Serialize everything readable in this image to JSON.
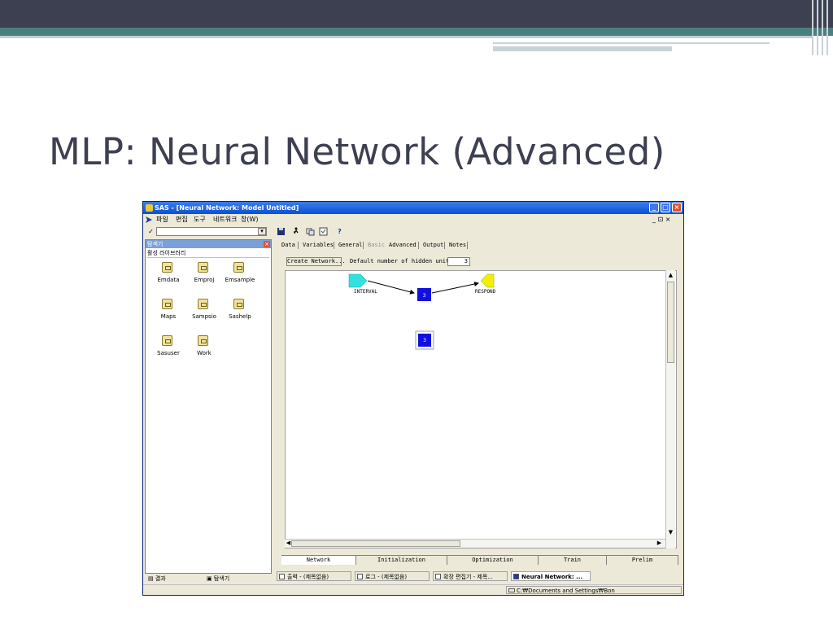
{
  "slide": {
    "title": "MLP: Neural Network (Advanced)"
  },
  "window": {
    "title": "SAS - [Neural Network: Model Untitled]",
    "controls": {
      "minimize": "_",
      "maximize": "□",
      "close": "×"
    },
    "mdi_controls": "_ ⊡ ×"
  },
  "menu": {
    "items": [
      "파일",
      "편집",
      "도구",
      "네트워크",
      "창(W)"
    ]
  },
  "toolbar": {
    "check_icon": "✓",
    "command_value": "",
    "dropdown_arrow": "▾",
    "help_icon": "?"
  },
  "explorer": {
    "title": "탐색기",
    "close_label": "×",
    "heading": "활성 라이브러리",
    "libraries": [
      "Emdata",
      "Emproj",
      "Emsample",
      "Maps",
      "Sampsio",
      "Sashelp",
      "Sasuser",
      "Work"
    ],
    "bottom_tabs": [
      "결과",
      "탐색기"
    ]
  },
  "nn": {
    "tabs": [
      "Data",
      "Variables",
      "General",
      "Basic",
      "Advanced",
      "Output",
      "Notes"
    ],
    "active_tab": "Advanced",
    "create_button": "Create Network...",
    "hidden_units_label": "Default number of hidden units:",
    "hidden_units_value": "3",
    "nodes": {
      "input_label": "INTERVAL",
      "hidden_value": "3",
      "output_label": "RESPOND",
      "extra_hidden_value": "3"
    },
    "bottom_tabs": [
      "Network",
      "Initialization",
      "Optimization",
      "Train",
      "Prelim"
    ]
  },
  "taskbar": {
    "items": [
      "출력 - (제목없음)",
      "로그 - (제목없음)",
      "확장 편집기 - 제목...",
      "Neural Network: ..."
    ],
    "active": "Neural Network: ..."
  },
  "status": {
    "path": "C:₩Documents and Settings₩Bon"
  },
  "colors": {
    "title_text": "#3d4051",
    "band_dark": "#3d4051",
    "band_teal": "#4a7f80",
    "input_node": "#33e0e0",
    "hidden_node": "#1010e0",
    "output_node": "#f0f000"
  }
}
